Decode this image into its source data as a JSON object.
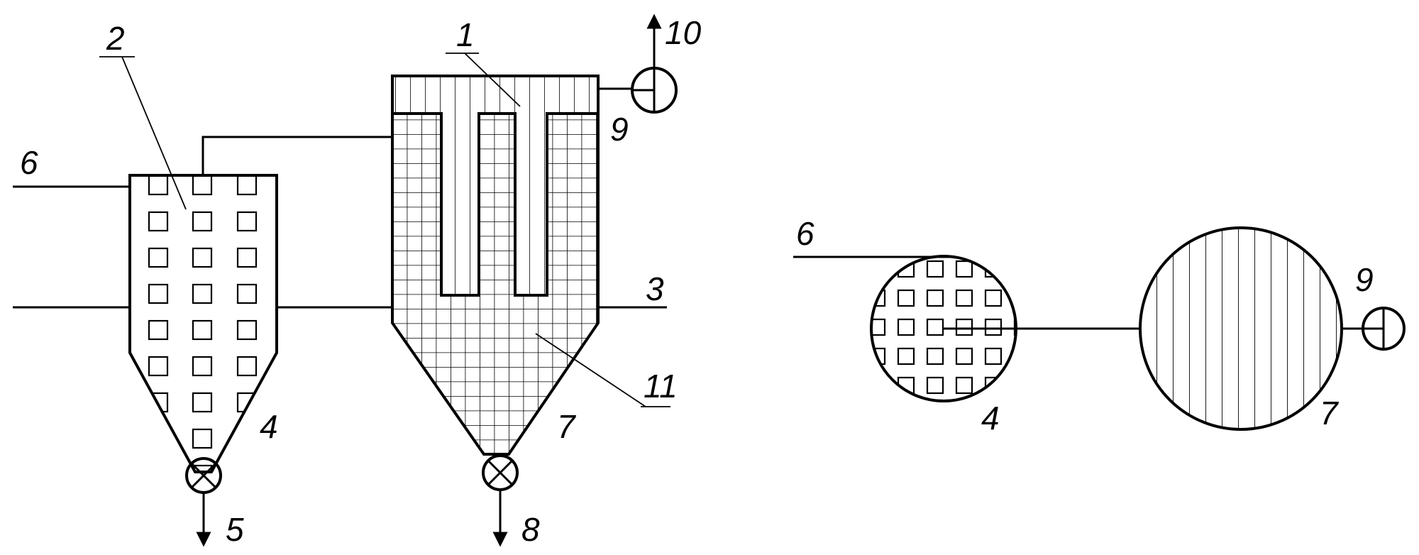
{
  "labels": {
    "l1": "1",
    "l2": "2",
    "l3": "3",
    "l4": "4",
    "l5": "5",
    "l6": "6",
    "l7": "7",
    "l8": "8",
    "l9": "9",
    "l10": "10",
    "l11": "11",
    "r4": "4",
    "r6": "6",
    "r7": "7",
    "r9": "9"
  }
}
